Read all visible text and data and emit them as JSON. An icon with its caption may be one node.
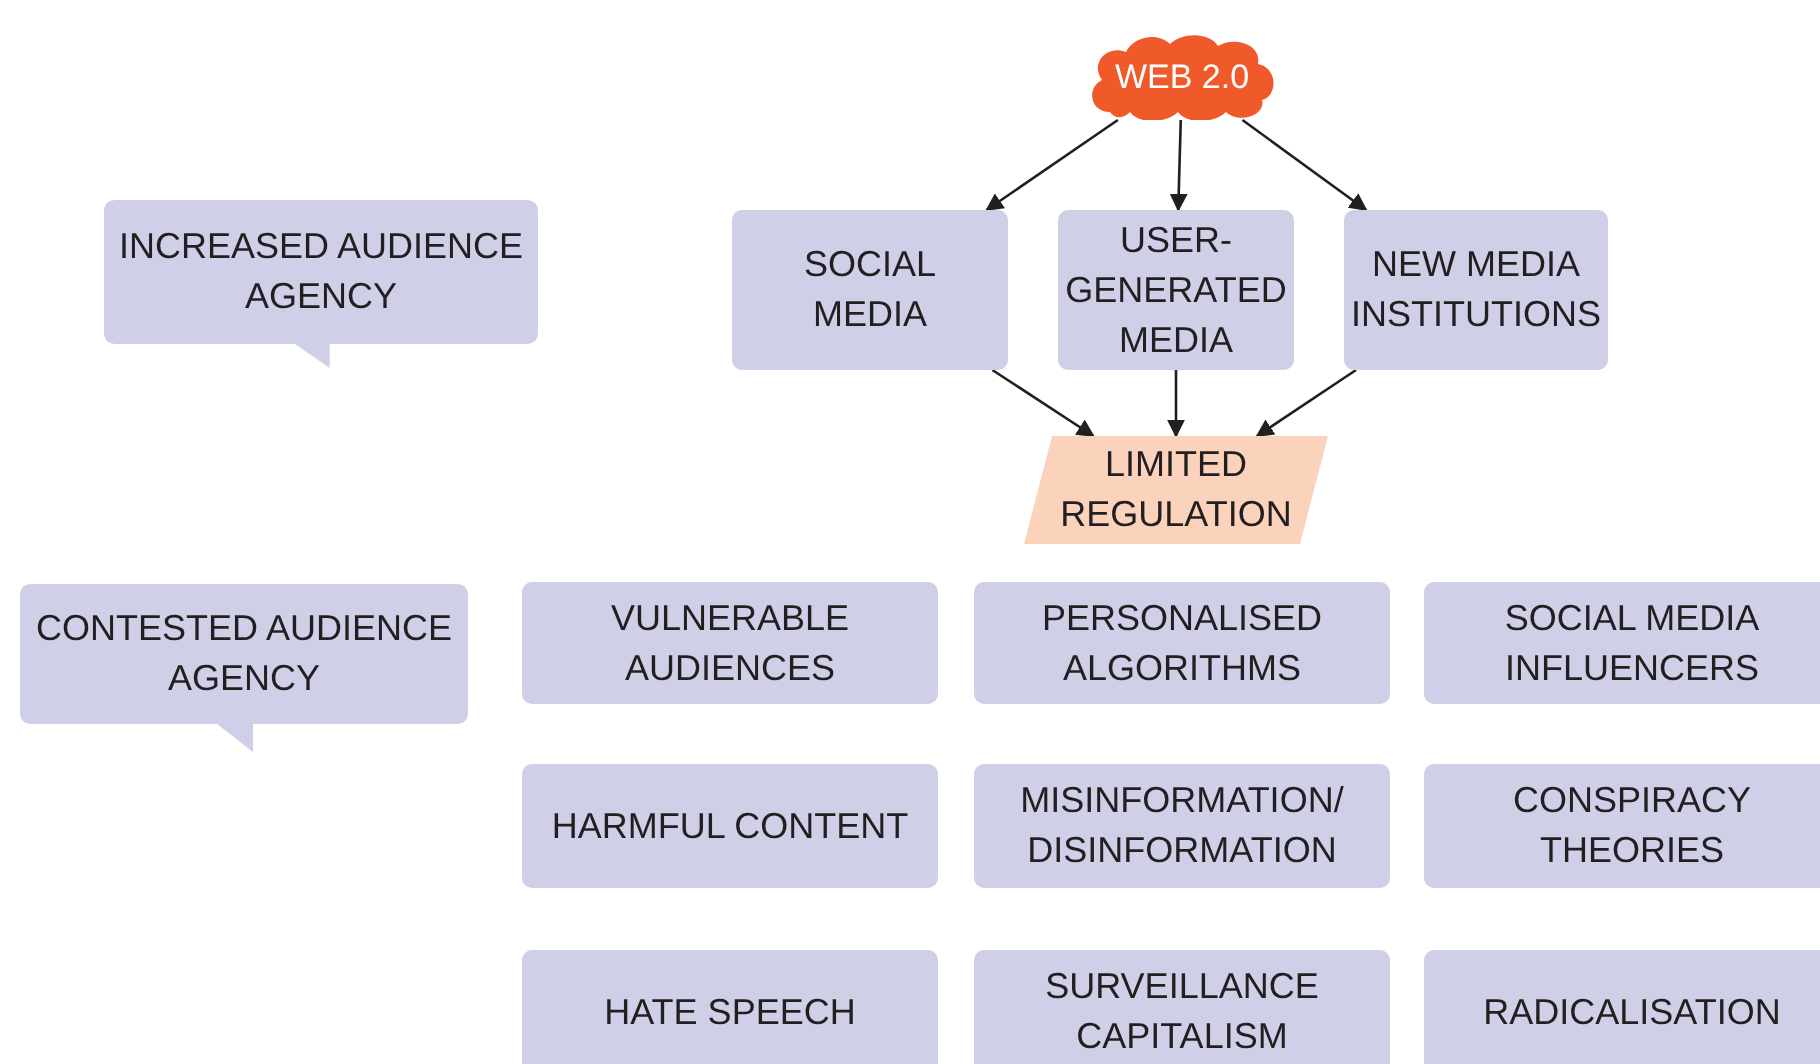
{
  "diagram": {
    "nodes": [
      {
        "text": [
          "WEB 2.0"
        ]
      },
      {
        "text": [
          "INCREASED AUDIENCE AGENCY"
        ]
      },
      {
        "text": [
          "SOCIAL MEDIA"
        ]
      },
      {
        "text": [
          "USER-GENERATED MEDIA"
        ]
      },
      {
        "text": [
          "NEW MEDIA INSTITUTIONS"
        ]
      },
      {
        "text": [
          "LIMITED REGULATION"
        ]
      },
      {
        "text": [
          "CONTESTED AUDIENCE AGENCY"
        ]
      },
      {
        "text": [
          "VULNERABLE AUDIENCES"
        ]
      },
      {
        "text": [
          "PERSONALISED ALGORITHMS"
        ]
      },
      {
        "text": [
          "SOCIAL MEDIA INFLUENCERS"
        ]
      },
      {
        "text": [
          "HARMFUL CONTENT"
        ]
      },
      {
        "text": [
          "MISINFORMATION/ DISINFORMATION"
        ]
      },
      {
        "text": [
          "CONSPIRACY THEORIES"
        ]
      },
      {
        "text": [
          "HATE SPEECH"
        ]
      },
      {
        "text": [
          "SURVEILLANCE CAPITALISM"
        ]
      },
      {
        "text": [
          "RADICALISATION"
        ]
      }
    ],
    "edges": [
      {
        "from": 0,
        "to": 2,
        "arrow": "to"
      },
      {
        "from": 0,
        "to": 3,
        "arrow": "to"
      },
      {
        "from": 0,
        "to": 4,
        "arrow": "to"
      },
      {
        "from": 2,
        "to": 5,
        "arrow": "to"
      },
      {
        "from": 3,
        "to": 5,
        "arrow": "to"
      },
      {
        "from": 4,
        "to": 5,
        "arrow": "to"
      }
    ]
  }
}
